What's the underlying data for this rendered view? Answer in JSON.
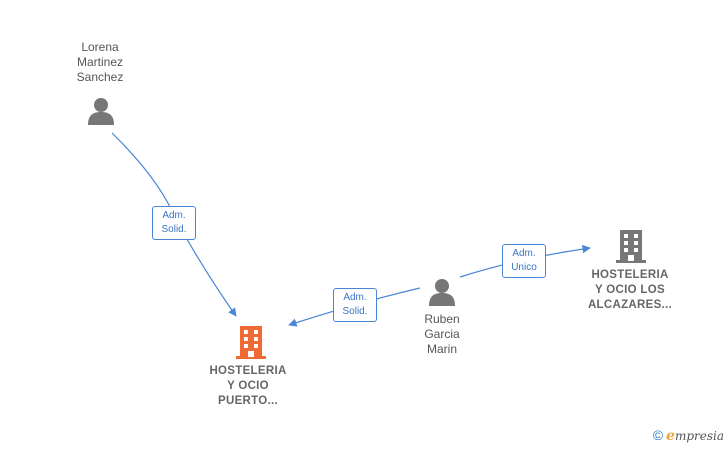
{
  "nodes": {
    "lorena": {
      "lines": [
        "Lorena",
        "Martinez",
        "Sanchez"
      ],
      "type": "person",
      "color": "#777777"
    },
    "ruben": {
      "lines": [
        "Ruben",
        "Garcia",
        "Marin"
      ],
      "type": "person",
      "color": "#777777"
    },
    "company_puerto": {
      "lines": [
        "HOSTELERIA",
        "Y OCIO",
        "PUERTO..."
      ],
      "type": "company",
      "color": "#f06a35"
    },
    "company_alcazares": {
      "lines": [
        "HOSTELERIA",
        "Y OCIO LOS",
        "ALCAZARES..."
      ],
      "type": "company",
      "color": "#777777"
    }
  },
  "edges": {
    "lorena_puerto": {
      "lines": [
        "Adm.",
        "Solid."
      ],
      "from": "lorena",
      "to": "company_puerto"
    },
    "ruben_puerto": {
      "lines": [
        "Adm.",
        "Solid."
      ],
      "from": "ruben",
      "to": "company_puerto"
    },
    "ruben_alcazares": {
      "lines": [
        "Adm.",
        "Unico"
      ],
      "from": "ruben",
      "to": "company_alcazares"
    }
  },
  "colors": {
    "edge": "#4a86d6"
  },
  "watermark": {
    "copyright": "©",
    "brand_initial": "e",
    "brand_rest": "mpresia"
  }
}
